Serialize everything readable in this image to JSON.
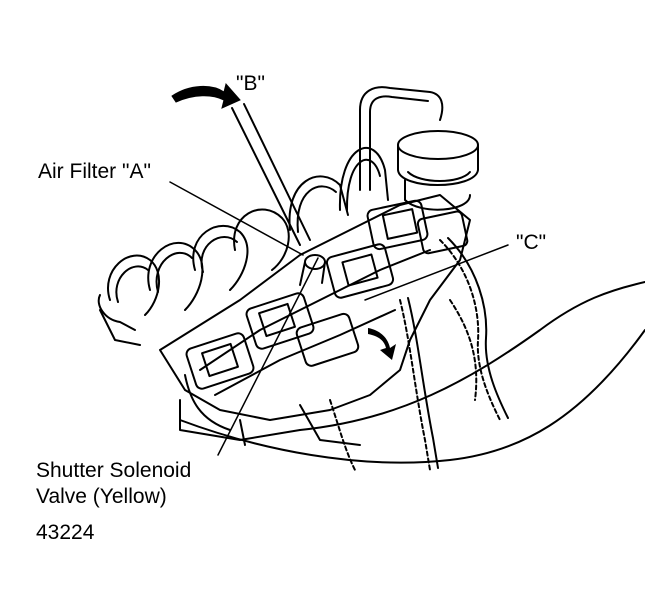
{
  "labels": {
    "b": "\"B\"",
    "a": "Air Filter \"A\"",
    "c": "\"C\"",
    "shutter_line1": "Shutter Solenoid",
    "shutter_line2": "Valve (Yellow)",
    "figure_number": "43224"
  },
  "colors": {
    "ink": "#000000",
    "paper": "#ffffff"
  }
}
